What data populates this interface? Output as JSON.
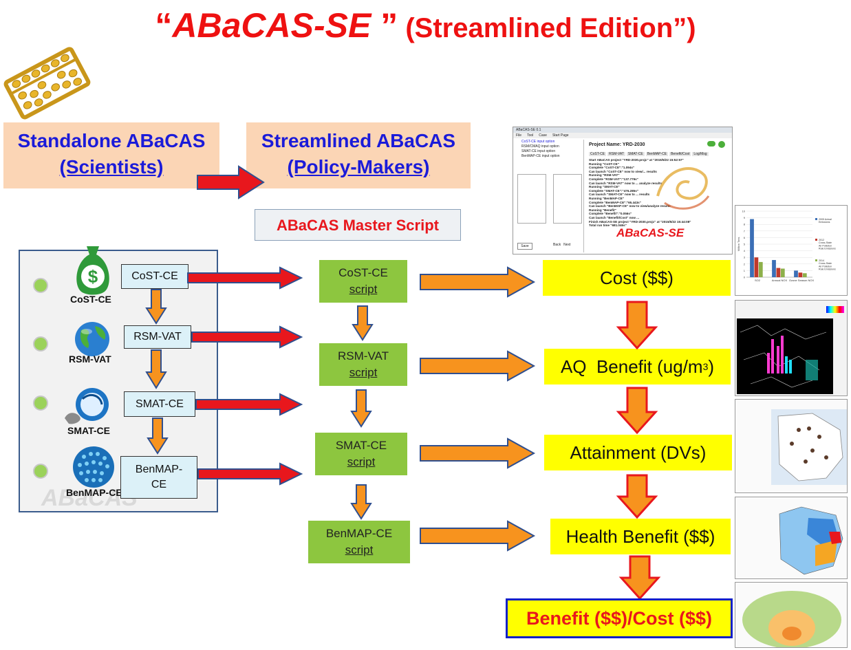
{
  "title": {
    "open_quote": "“",
    "name": "ABaCAS-SE",
    "close_quote": " ”",
    "subtitle": " (Streamlined Edition”)"
  },
  "standalone": {
    "line1": "Standalone ABaCAS",
    "line2": "(Scientists)"
  },
  "streamlined": {
    "line1": "Streamlined ABaCAS",
    "line2": "(Policy-Makers)"
  },
  "master_script": "ABaCAS Master Script",
  "modules": [
    {
      "logo": "CoST-CE",
      "box": "CoST-CE"
    },
    {
      "logo": "RSM-VAT",
      "box": "RSM-VAT"
    },
    {
      "logo": "SMAT-CE",
      "box": "SMAT-CE"
    },
    {
      "logo": "BenMAP-CE",
      "box": "BenMAP-CE"
    }
  ],
  "scripts": [
    {
      "name": "CoST-CE",
      "label": "script"
    },
    {
      "name": "RSM-VAT",
      "label": "script"
    },
    {
      "name": "SMAT-CE",
      "label": "script"
    },
    {
      "name": "BenMAP-CE",
      "label": "script"
    }
  ],
  "outputs": {
    "cost": "Cost ($$)",
    "aq_benefit": "AQ  Benefit (ug/m",
    "aq_sup": "3",
    "aq_close": ")",
    "attainment": "Attainment (DVs)",
    "health": "Health Benefit ($$)",
    "final": "Benefit ($$)/Cost ($$)"
  },
  "app_window": {
    "title": "ABaCAS-SE 0.1",
    "menu": [
      "File",
      "Tool",
      "Case",
      "Start Page"
    ],
    "tree": [
      "CoST-CE input option",
      "RSM/CMAQ input option",
      "SMAT-CE input option",
      "BenMAP-CE input option"
    ],
    "project": "Project Name:   YRD-2030",
    "tabs": [
      "CoST-CE",
      "RSM-VAT",
      "SMAT-CE",
      "BenMAP-CE",
      "Benefit/Cost",
      "Log/Msg"
    ],
    "log": [
      "Start ABaCAS project \"YRD-2030.projc\" at \"2015/5/22 15:52:57\"",
      "Running \"CoST-CE\"",
      "Complete \"CoST-CE\":\"1.094s\"",
      "Can launch \"CoST-CE\" now to view/... results",
      "Running \"RSM-VAT\"",
      "Complete \"RSM-VAT\":\"137.779s\"",
      "Can launch \"RSM-VAT\" now to ... analyze results",
      "Running \"SMAT-CE\"",
      "Complete \"SMAT-CE\":\"476.285s\"",
      "Can launch \"SMAT-CE\" now to ... results",
      "Running \"BenMAP-CE\"",
      "Complete \"BenMAP-CE\":\"65.443s\"",
      "Can launch \"BenMAP-CE\" now to view/analyze results",
      "Running \"Benefit\"",
      "Complete \"Benefit\":\"0.056s\"",
      "Can launch \"Benefit/Cost\" now ...",
      "Finish ABaCAS-SE project \"YRD-2030.projc\" at \"2015/5/22 15:44:08\"",
      "Total run time \"681.046s\""
    ],
    "watermark": "ABaCAS-SE",
    "buttons": [
      "Back",
      "Next",
      "Save"
    ]
  },
  "mini_chart": {
    "ylabel": "Million Tons",
    "legend": [
      "2005 Actual Emissions",
      "2012 Cross-State Air Pollution Rule Emissions",
      "2014 Cross-State Air Pollution Rule Emissions"
    ],
    "chart_data": {
      "type": "bar",
      "categories": [
        "SO2",
        "Annual NOX",
        "Ozone Season NOX"
      ],
      "series": [
        {
          "name": "2005 Actual Emissions",
          "values": [
            8.8,
            2.6,
            1.0
          ]
        },
        {
          "name": "2012 Cross-State Air Pollution Rule Emissions",
          "values": [
            3.0,
            1.4,
            0.7
          ]
        },
        {
          "name": "2014 Cross-State Air Pollution Rule Emissions",
          "values": [
            2.3,
            1.3,
            0.6
          ]
        }
      ],
      "ylim": [
        0,
        10
      ],
      "yticks": [
        0,
        1,
        2,
        3,
        4,
        5,
        6,
        7,
        8,
        9,
        10
      ]
    }
  },
  "colors": {
    "title_red": "#ee1111",
    "peach": "#fbd5b5",
    "blue_text": "#1b1bd9",
    "green_box": "#8dc63f",
    "yellow": "#ffff00",
    "orange_arrow": "#f7931e",
    "red_arrow": "#e8171d"
  }
}
